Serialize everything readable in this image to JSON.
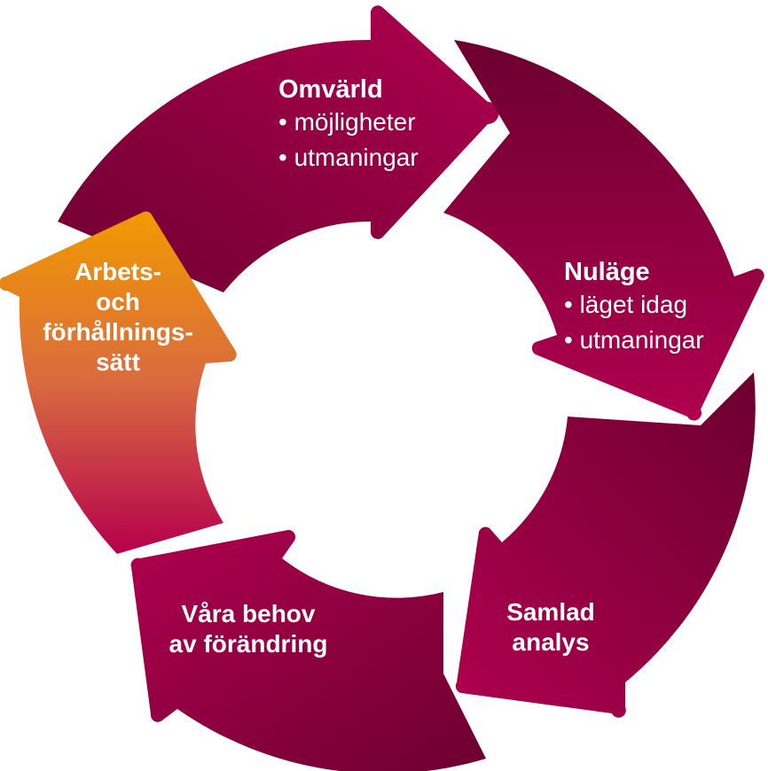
{
  "stages": {
    "omvarld": {
      "title": "Omvärld",
      "bullets": [
        "• möjligheter",
        "• utmaningar"
      ]
    },
    "nulage": {
      "title": "Nuläge",
      "bullets": [
        "• läget idag",
        "• utmaningar"
      ]
    },
    "samlad_analys": {
      "lines": [
        "Samlad",
        "analys"
      ]
    },
    "vara_behov": {
      "lines": [
        "Våra behov",
        "av förändring"
      ]
    },
    "arbetssatt": {
      "lines": [
        "Arbets-",
        "och",
        "förhållnings-",
        "sätt"
      ]
    }
  },
  "colors": {
    "segment_light": "#b0004f",
    "segment_dark": "#6e0030",
    "highlight_orange": "#f29a00",
    "highlight_pink": "#b5004c"
  }
}
